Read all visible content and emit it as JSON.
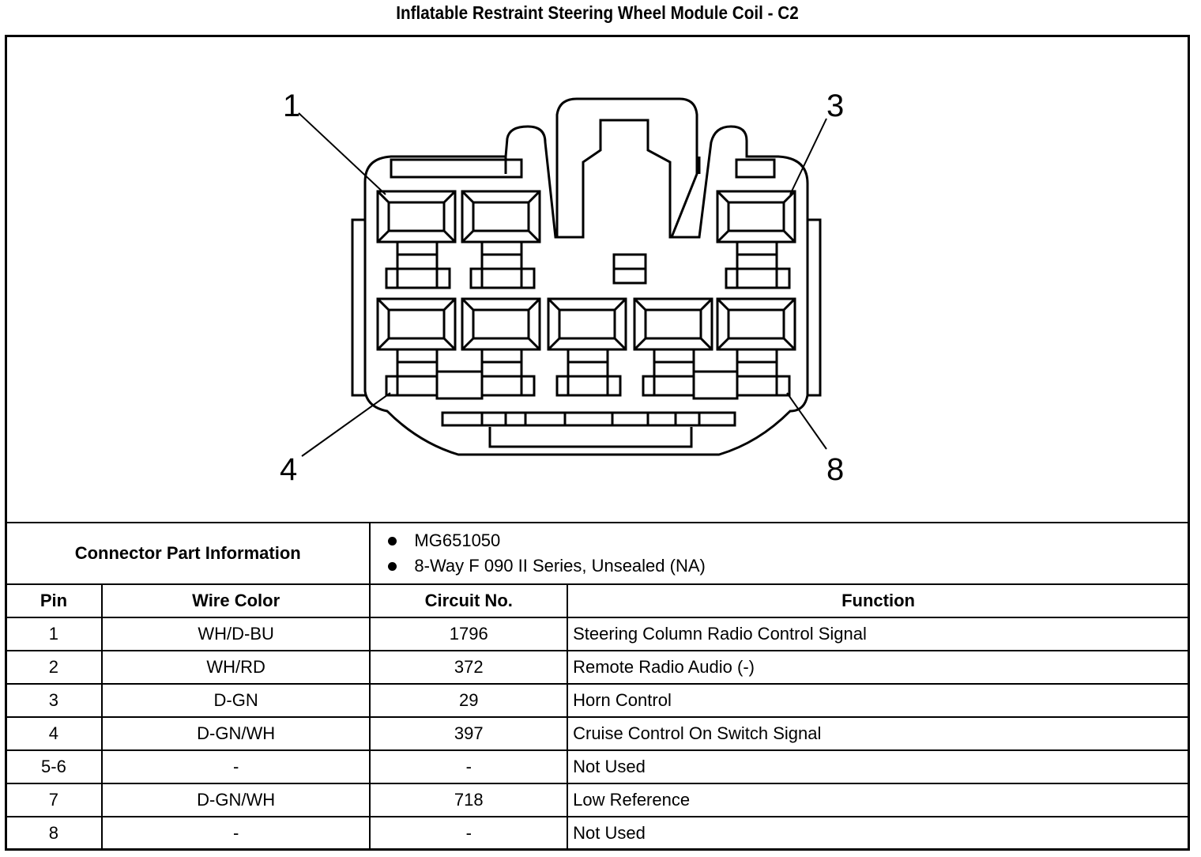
{
  "title": "Inflatable Restraint Steering Wheel Module Coil - C2",
  "diagram": {
    "pin_labels": [
      "1",
      "3",
      "4",
      "8"
    ]
  },
  "connector_info": {
    "label": "Connector Part Information",
    "items": [
      "MG651050",
      "8-Way F 090 II Series, Unsealed (NA)"
    ]
  },
  "table": {
    "headers": [
      "Pin",
      "Wire Color",
      "Circuit No.",
      "Function"
    ],
    "rows": [
      {
        "pin": "1",
        "wire": "WH/D-BU",
        "circuit": "1796",
        "function": "Steering Column Radio Control Signal"
      },
      {
        "pin": "2",
        "wire": "WH/RD",
        "circuit": "372",
        "function": "Remote Radio Audio (-)"
      },
      {
        "pin": "3",
        "wire": "D-GN",
        "circuit": "29",
        "function": "Horn Control"
      },
      {
        "pin": "4",
        "wire": "D-GN/WH",
        "circuit": "397",
        "function": "Cruise Control On Switch Signal"
      },
      {
        "pin": "5-6",
        "wire": "-",
        "circuit": "-",
        "function": "Not Used"
      },
      {
        "pin": "7",
        "wire": "D-GN/WH",
        "circuit": "718",
        "function": "Low Reference"
      },
      {
        "pin": "8",
        "wire": "-",
        "circuit": "-",
        "function": "Not Used"
      }
    ]
  }
}
